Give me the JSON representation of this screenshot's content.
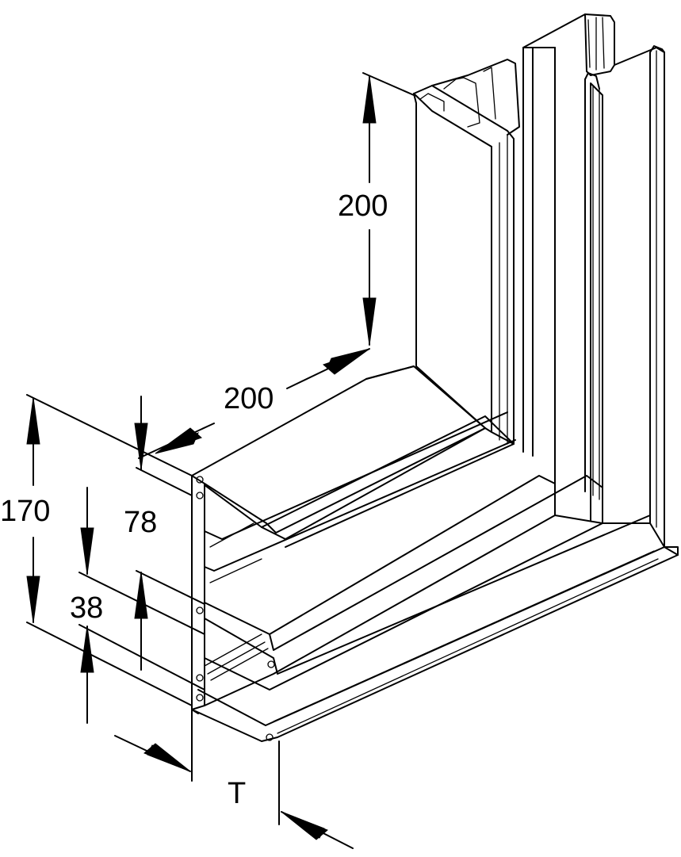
{
  "dimensions": {
    "vertical_leg_length": "200",
    "horizontal_leg_length": "200",
    "total_height": "170",
    "middle_height": "78",
    "lower_height": "38",
    "depth": "T"
  }
}
